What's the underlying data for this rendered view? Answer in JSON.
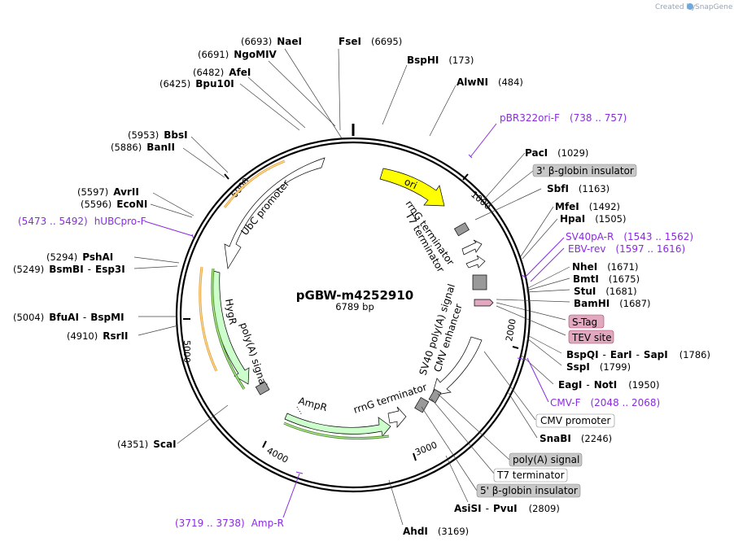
{
  "header": {
    "created_by": "Created by",
    "brand": "SnapGene"
  },
  "plasmid": {
    "name": "pGBW-m4252910",
    "size": "6789 bp"
  },
  "ticks": [
    "1000",
    "2000",
    "3000",
    "4000",
    "5000",
    "6000"
  ],
  "features": {
    "ori": "ori",
    "rrng_term_1": "rrnG terminator",
    "t7_term": "T7 terminator",
    "sv40": "SV40 poly(A) signal",
    "cmv_enh": "CMV enhancer",
    "rrng_term_2": "rrnG terminator",
    "ampr": "AmpR",
    "hygr": "HygR",
    "polya": "poly(A) signal",
    "ubc": "UbC promoter"
  },
  "enzymes": {
    "naei": {
      "name": "NaeI",
      "pos": "(6693)"
    },
    "fsei": {
      "name": "FseI",
      "pos": "(6695)"
    },
    "ngomiv": {
      "name": "NgoMIV",
      "pos": "(6691)"
    },
    "bsphi": {
      "name": "BspHI",
      "pos": "(173)"
    },
    "afei": {
      "name": "AfeI",
      "pos": "(6482)"
    },
    "bpu10i": {
      "name": "Bpu10I",
      "pos": "(6425)"
    },
    "alwni": {
      "name": "AlwNI",
      "pos": "(484)"
    },
    "bbsi": {
      "name": "BbsI",
      "pos": "(5953)"
    },
    "banii": {
      "name": "BanII",
      "pos": "(5886)"
    },
    "paci": {
      "name": "PacI",
      "pos": "(1029)"
    },
    "sbfi": {
      "name": "SbfI",
      "pos": "(1163)"
    },
    "avrii": {
      "name": "AvrII",
      "pos": "(5597)"
    },
    "econi": {
      "name": "EcoNI",
      "pos": "(5596)"
    },
    "mfei": {
      "name": "MfeI",
      "pos": "(1492)"
    },
    "hpai": {
      "name": "HpaI",
      "pos": "(1505)"
    },
    "pshai": {
      "name": "PshAI",
      "pos": "(5294)"
    },
    "bsmbi": {
      "name": "BsmBI",
      "alt": "Esp3I",
      "pos": "(5249)"
    },
    "nhei": {
      "name": "NheI",
      "pos": "(1671)"
    },
    "bmti": {
      "name": "BmtI",
      "pos": "(1675)"
    },
    "stui": {
      "name": "StuI",
      "pos": "(1681)"
    },
    "bamhi": {
      "name": "BamHI",
      "pos": "(1687)"
    },
    "bfuai": {
      "name": "BfuAI",
      "alt": "BspMI",
      "pos": "(5004)"
    },
    "rsrii": {
      "name": "RsrII",
      "pos": "(4910)"
    },
    "bspqi": {
      "name": "BspQI",
      "alt": "EarI",
      "alt2": "SapI",
      "pos": "(1786)"
    },
    "sspi": {
      "name": "SspI",
      "pos": "(1799)"
    },
    "eagi": {
      "name": "EagI",
      "alt": "NotI",
      "pos": "(1950)"
    },
    "scai": {
      "name": "ScaI",
      "pos": "(4351)"
    },
    "snabi": {
      "name": "SnaBI",
      "pos": "(2246)"
    },
    "asisi": {
      "name": "AsiSI",
      "alt": "PvuI",
      "pos": "(2809)"
    },
    "ahdi": {
      "name": "AhdI",
      "pos": "(3169)"
    }
  },
  "primers": {
    "pbr322": {
      "name": "pBR322ori-F",
      "range": "(738 .. 757)"
    },
    "hubc": {
      "name": "hUBCpro-F",
      "range": "(5473 .. 5492)"
    },
    "sv40pa": {
      "name": "SV40pA-R",
      "range": "(1543 .. 1562)"
    },
    "ebv": {
      "name": "EBV-rev",
      "range": "(1597 .. 1616)"
    },
    "cmvf": {
      "name": "CMV-F",
      "range": "(2048 .. 2068)"
    },
    "ampr": {
      "name": "Amp-R",
      "range": "(3719 .. 3738)"
    }
  },
  "boxes": {
    "b_globin_3": "3' β-globin insulator",
    "stag": "S-Tag",
    "tev": "TEV site",
    "cmv_promoter": "CMV promoter",
    "polya_signal": "poly(A) signal",
    "t7_terminator": "T7 terminator",
    "b_globin_5": "5' β-globin insulator"
  },
  "colors": {
    "ori": "#ffff00",
    "marker": "#ccffcc",
    "promoter": "#ffffff",
    "terminator": "#999999",
    "tag": "#e1a8c0",
    "primer": "#8a2be2",
    "orf_orange": "#e8a33c",
    "orf_green": "#4a8a1a",
    "backbone": "#000000"
  }
}
